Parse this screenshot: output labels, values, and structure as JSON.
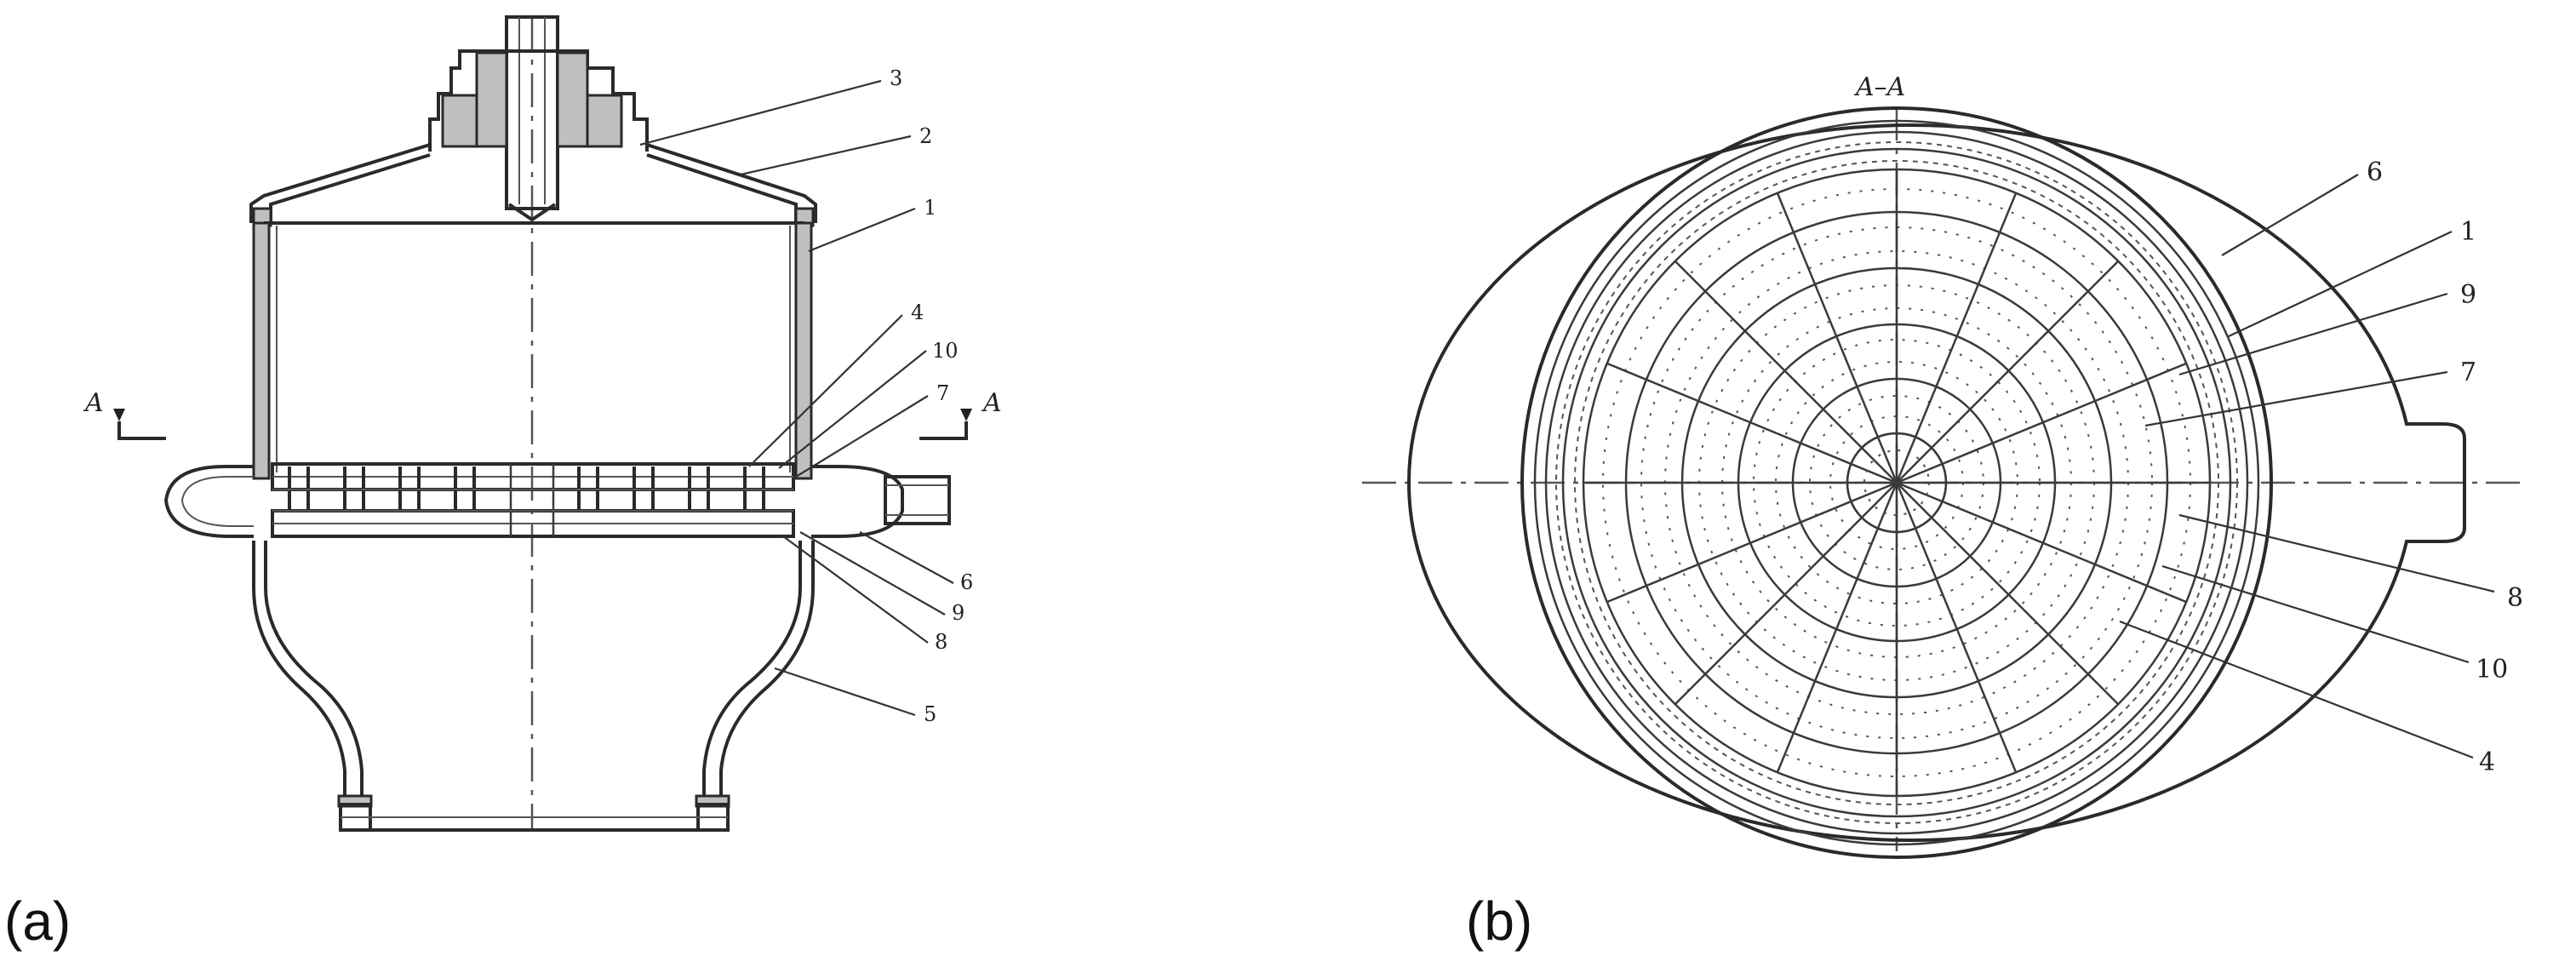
{
  "panels": [
    {
      "label": "(a)",
      "section_marks": [
        "A",
        "A"
      ],
      "callouts": [
        "3",
        "2",
        "1",
        "4",
        "10",
        "7",
        "6",
        "9",
        "8",
        "5"
      ]
    },
    {
      "label": "(b)",
      "section_title": "A–A",
      "callouts": [
        "6",
        "1",
        "9",
        "7",
        "8",
        "10",
        "4"
      ]
    }
  ],
  "colors": {
    "ink": "#2a2a2a",
    "wall_fill": "#bfbfbf",
    "background": "#ffffff"
  }
}
